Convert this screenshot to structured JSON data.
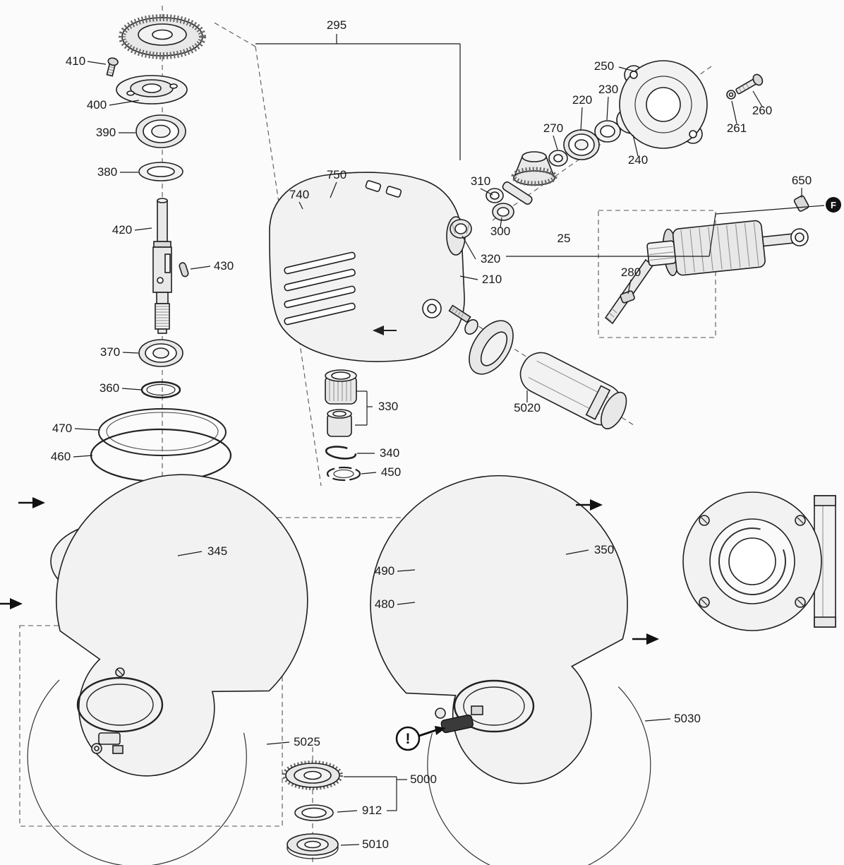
{
  "colors": {
    "background": "#fbfbfb",
    "line": "#1a1a1a"
  },
  "badges": {
    "f": "F",
    "warning": "!"
  },
  "labels": {
    "l25": "25",
    "l210": "210",
    "l220": "220",
    "l230": "230",
    "l240": "240",
    "l250": "250",
    "l260": "260",
    "l261": "261",
    "l270": "270",
    "l280": "280",
    "l295": "295",
    "l300": "300",
    "l310": "310",
    "l320": "320",
    "l330": "330",
    "l340": "340",
    "l345": "345",
    "l350": "350",
    "l360": "360",
    "l370": "370",
    "l380": "380",
    "l390": "390",
    "l400": "400",
    "l410": "410",
    "l420": "420",
    "l430": "430",
    "l450": "450",
    "l460": "460",
    "l470": "470",
    "l480": "480",
    "l490": "490",
    "l650": "650",
    "l740": "740",
    "l750": "750",
    "l912": "912",
    "l5000": "5000",
    "l5010": "5010",
    "l5020": "5020",
    "l5025": "5025",
    "l5030": "5030"
  }
}
